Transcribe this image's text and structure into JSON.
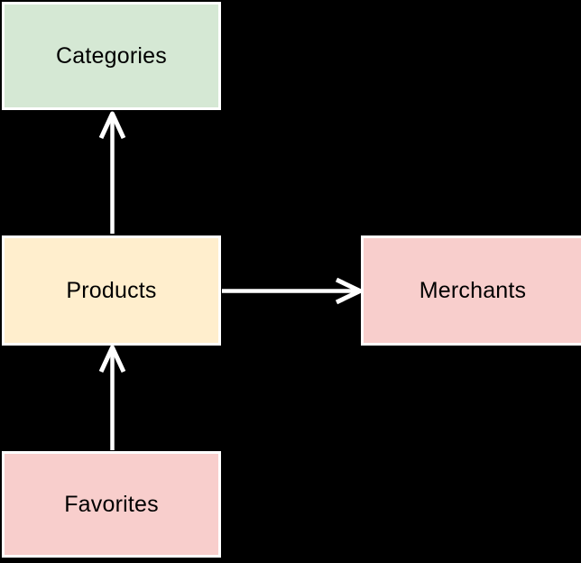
{
  "diagram": {
    "background": "#000000",
    "arrow_color": "#ffffff",
    "nodes": [
      {
        "id": "categories",
        "label": "Categories",
        "fill": "#d5e8d4",
        "border": "#ffffff"
      },
      {
        "id": "products",
        "label": "Products",
        "fill": "#ffeecd",
        "border": "#ffffff"
      },
      {
        "id": "merchants",
        "label": "Merchants",
        "fill": "#f8cecc",
        "border": "#ffffff"
      },
      {
        "id": "favorites",
        "label": "Favorites",
        "fill": "#f8cecc",
        "border": "#ffffff"
      }
    ],
    "edges": [
      {
        "from": "products",
        "to": "categories",
        "direction": "up"
      },
      {
        "from": "products",
        "to": "merchants",
        "direction": "right"
      },
      {
        "from": "favorites",
        "to": "products",
        "direction": "up"
      }
    ]
  }
}
